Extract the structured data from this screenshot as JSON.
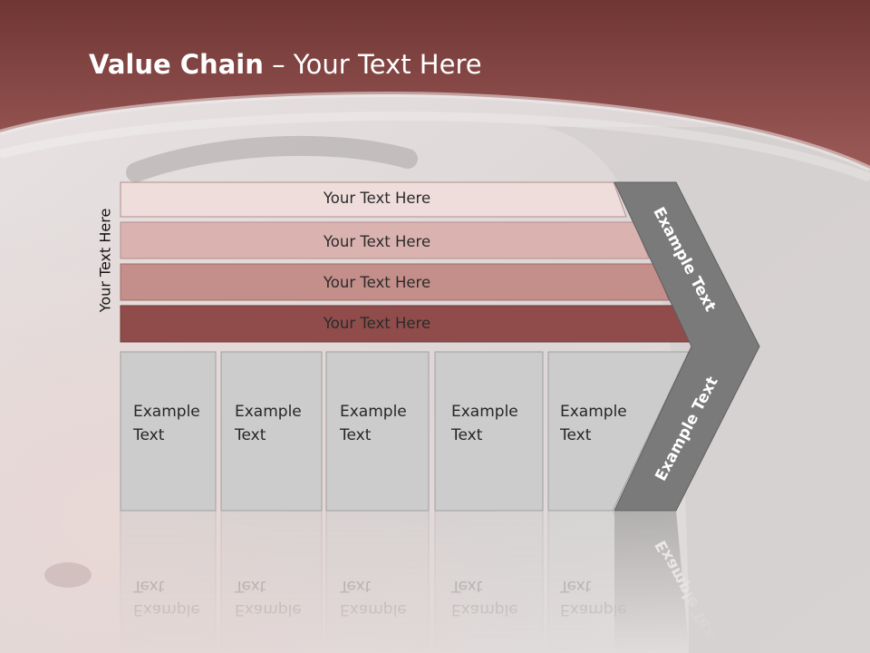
{
  "slide": {
    "title_bold": "Value Chain",
    "title_rest": " – Your Text Here",
    "side_label": "Your Text Here"
  },
  "bars": [
    {
      "label": "Your Text Here",
      "color": "#efdddc"
    },
    {
      "label": "Your Text Here",
      "color": "#dab3b1"
    },
    {
      "label": "Your Text Here",
      "color": "#c48e8a"
    },
    {
      "label": "Your Text Here",
      "color": "#8f4c4a"
    }
  ],
  "columns": [
    {
      "line1": "Example",
      "line2": "Text"
    },
    {
      "line1": "Example",
      "line2": "Text"
    },
    {
      "line1": "Example",
      "line2": "Text"
    },
    {
      "line1": "Example",
      "line2": "Text"
    },
    {
      "line1": "Example",
      "line2": "Text"
    }
  ],
  "chevron": {
    "upper_label": "Example Text",
    "lower_label": "Example Text",
    "color": "#7a7a7a"
  },
  "colors": {
    "title_band": "#8f4f4c",
    "column_fill": "#cccccc",
    "column_border": "#a0a0a0"
  }
}
